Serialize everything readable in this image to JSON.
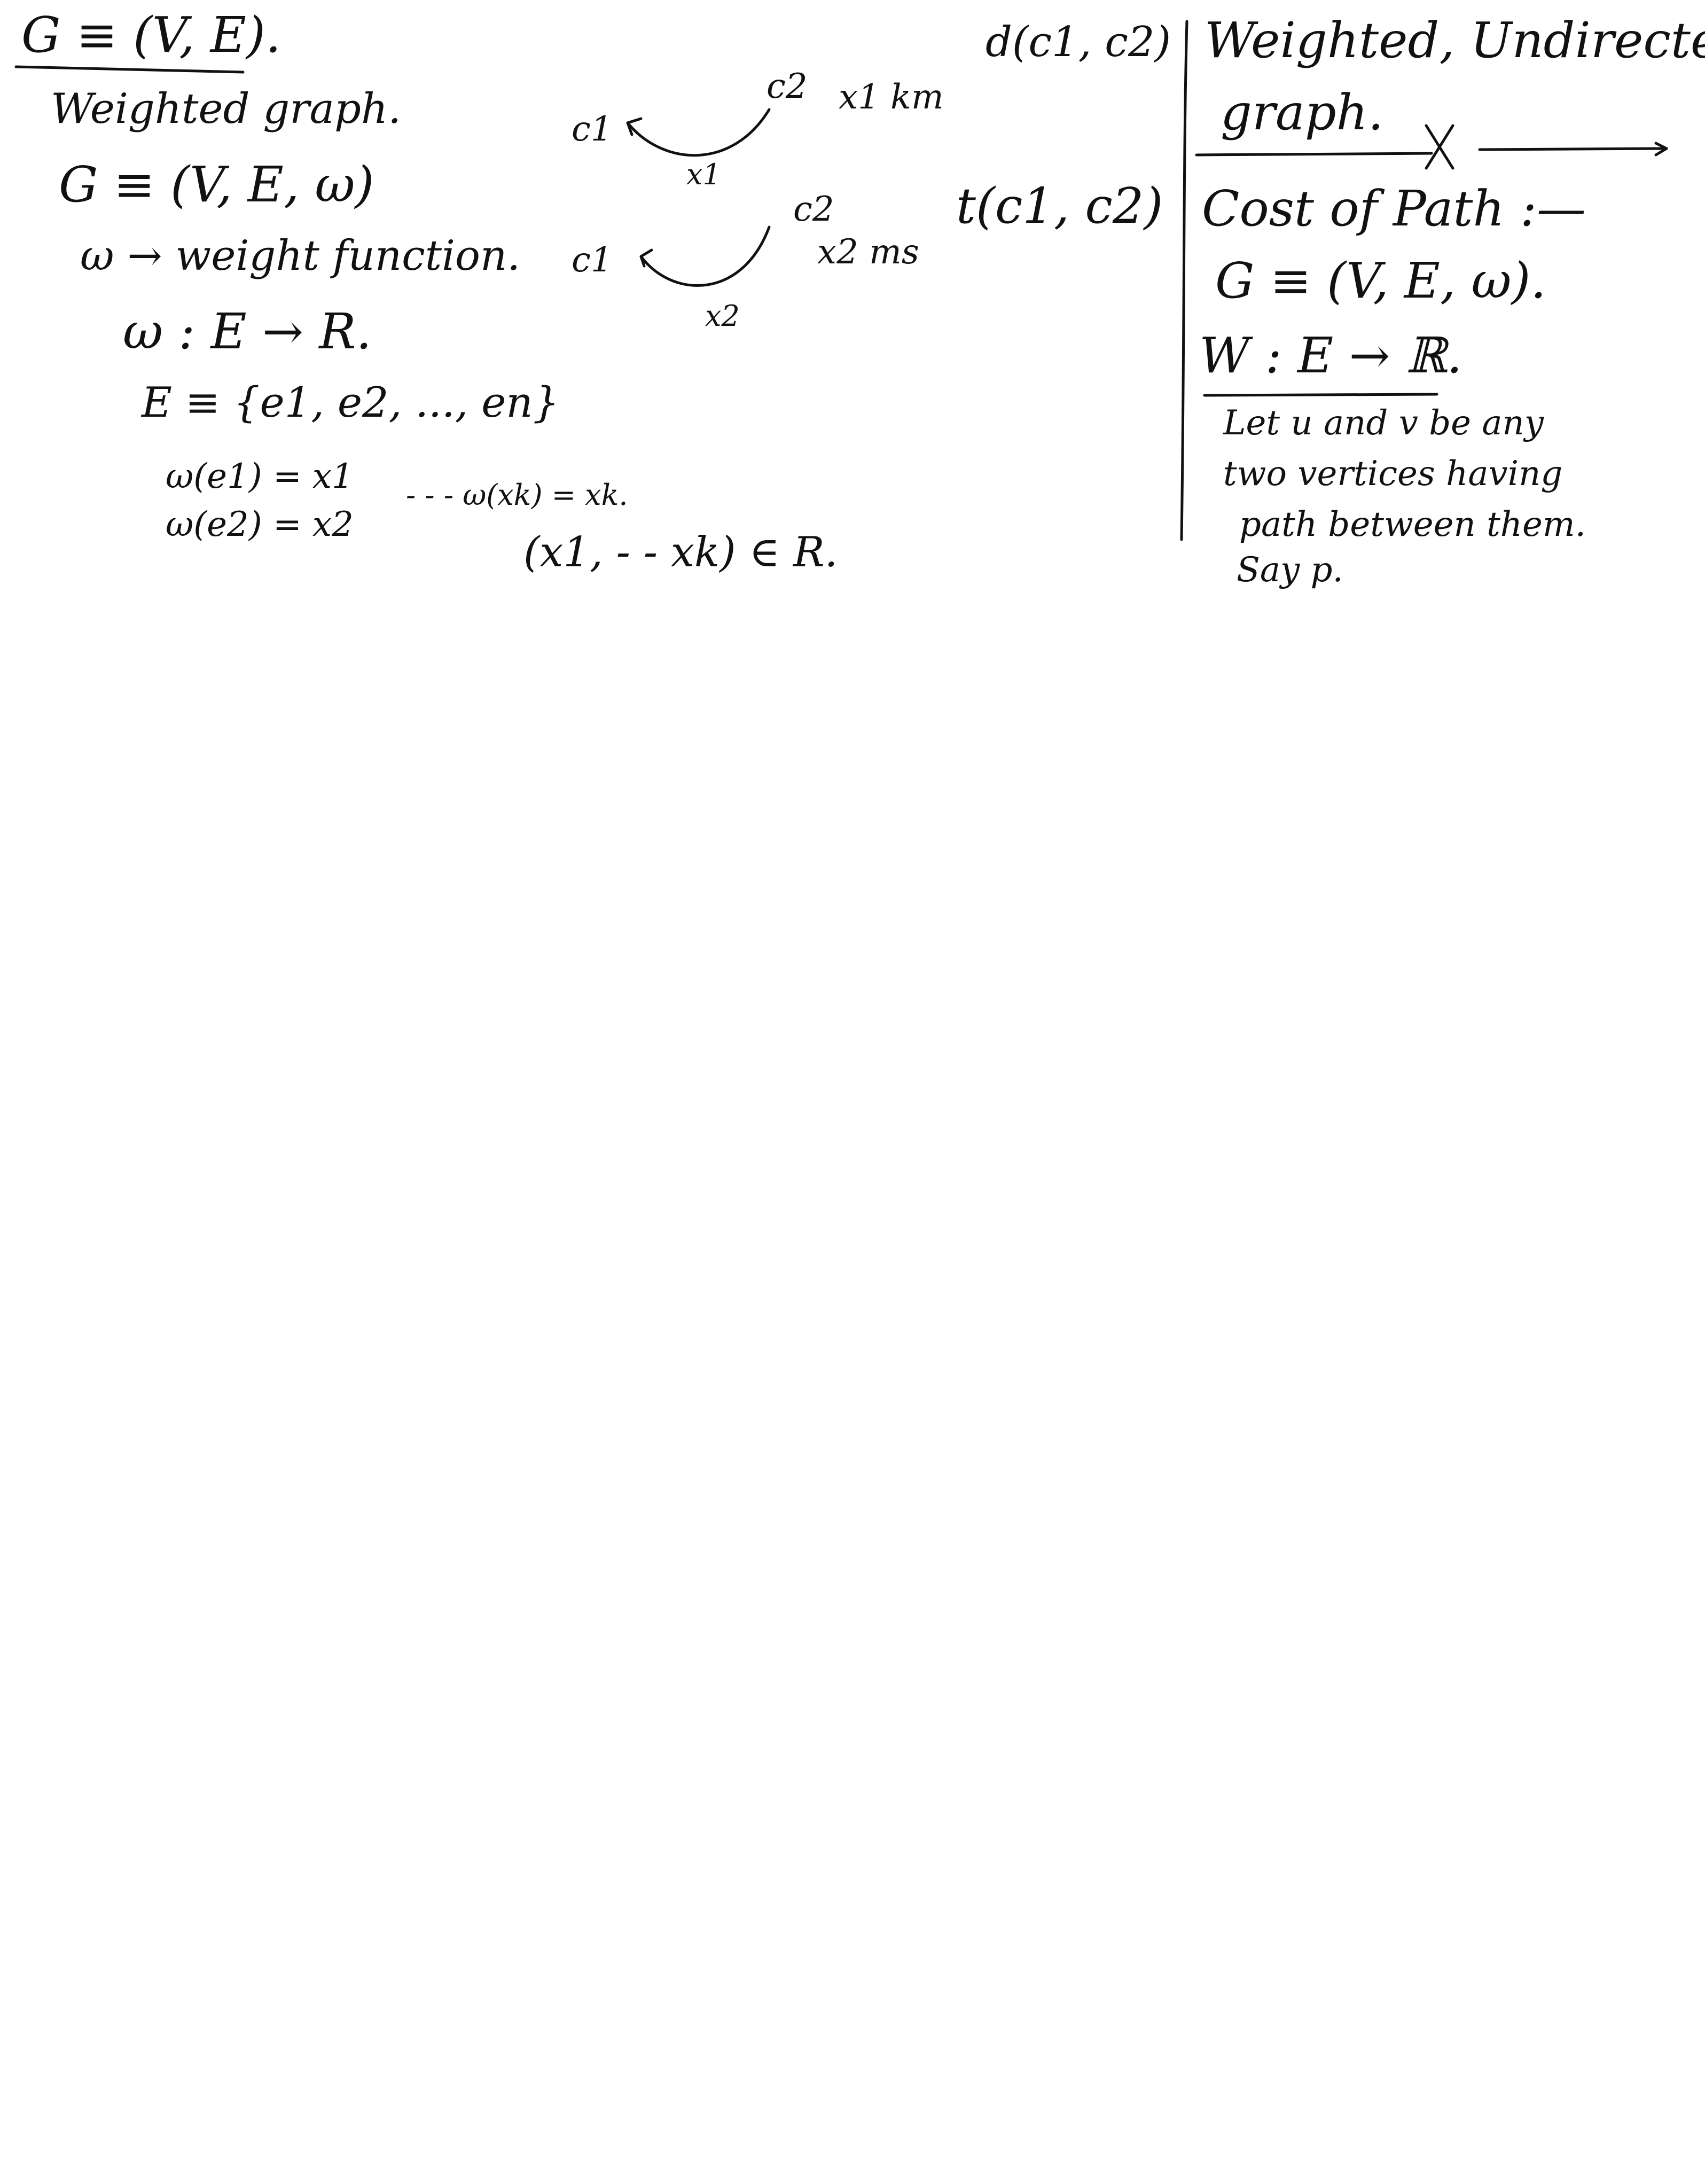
{
  "left_column": {
    "heading": "G ≡ (V, E).",
    "subheading": "Weighted graph.",
    "tuple": "G ≡ (V, E, ω)",
    "weight_def": "ω → weight function.",
    "mapping": "ω : E → R.",
    "edge_set": "E ≡ {e1, e2, ..., en}",
    "w_e1": "ω(e1) = x1",
    "w_e2": "ω(e2) = x2",
    "w_ek": "- - - ω(xk) = xk.",
    "real_tuple": "(x1,  - - xk) ∈ R."
  },
  "middle_column": {
    "edge1_from": "c1",
    "edge1_to": "c2",
    "edge1_weight": "x1",
    "edge1_desc": "x1 km",
    "edge1_func": "d(c1, c2)",
    "edge2_from": "c1",
    "edge2_to": "c2",
    "edge2_weight": "x2",
    "edge2_desc": "x2 ms",
    "edge2_func": "t(c1, c2)"
  },
  "right_column": {
    "heading_line1": "Weighted, Undirected",
    "heading_line2": "graph.",
    "cost_heading": "Cost of Path :—",
    "tuple": "G ≡ (V, E, ω).",
    "mapping": "W : E → ℝ.",
    "let_line1": "Let u and v be any",
    "let_line2": "two vertices having",
    "let_line3": "path between them.",
    "let_line4": "Say p."
  }
}
